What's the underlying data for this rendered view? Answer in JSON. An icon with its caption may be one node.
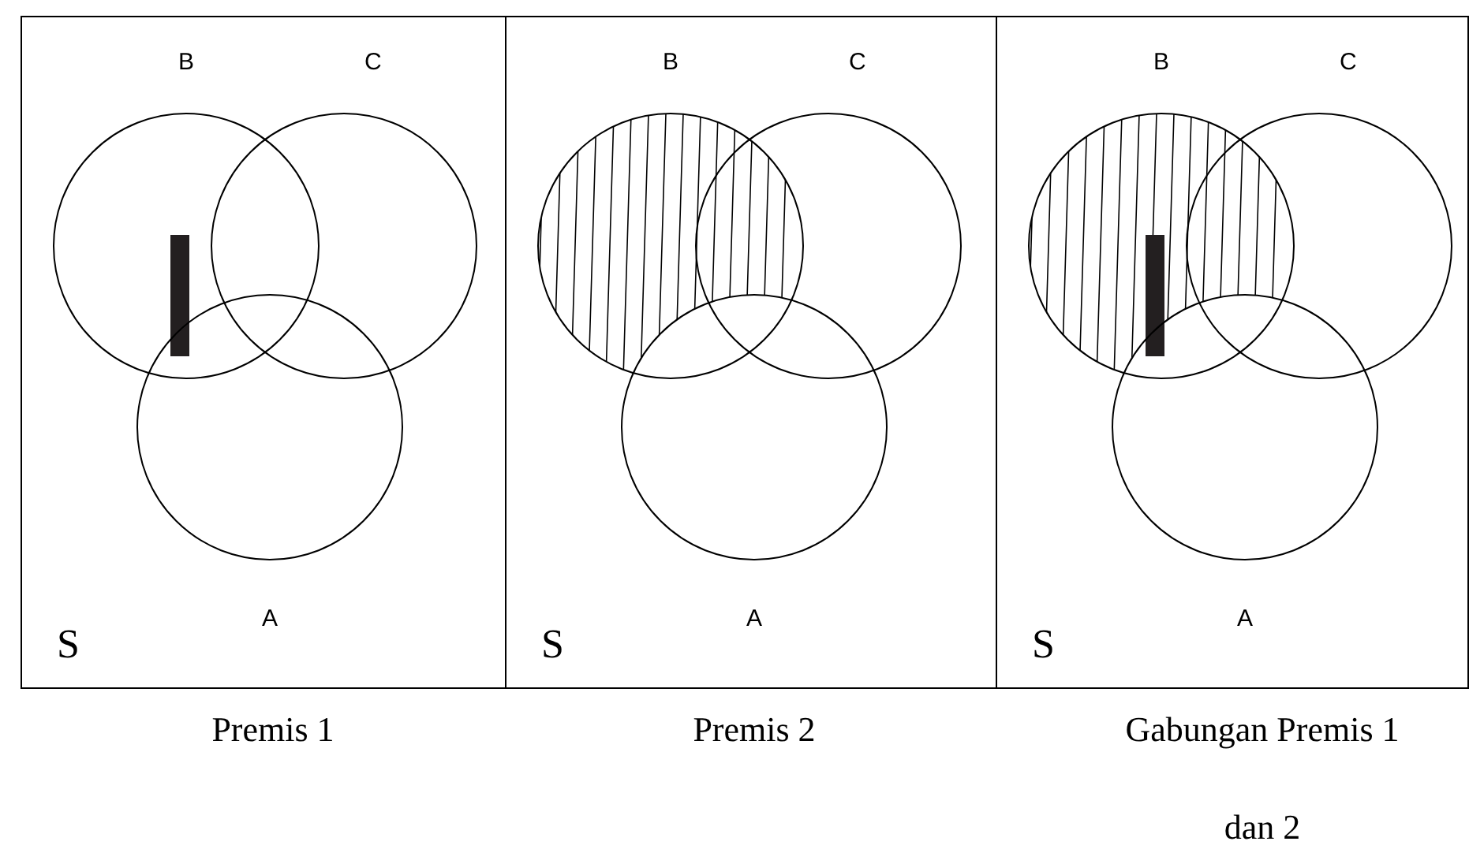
{
  "diagram": {
    "nodes": [
      {
        "text": [
          "S"
        ],
        "beside": [
          "Premis 1"
        ]
      },
      {
        "text": [
          "B"
        ],
        "in": 0
      },
      {
        "text": [
          "C"
        ],
        "in": 0
      },
      {
        "text": [
          "A"
        ],
        "in": 0
      },
      {
        "text": [
          "S"
        ],
        "beside": [
          "Premis 2"
        ]
      },
      {
        "text": [
          "B"
        ],
        "in": 4
      },
      {
        "text": [
          "C"
        ],
        "in": 4
      },
      {
        "text": [
          "A"
        ],
        "in": 4
      },
      {
        "text": [
          "S"
        ],
        "beside": [
          "Gabungan Premis 1 dan 2"
        ]
      },
      {
        "text": [
          "B"
        ],
        "in": 8
      },
      {
        "text": [
          "C"
        ],
        "in": 8
      },
      {
        "text": [
          "A"
        ],
        "in": 8
      }
    ]
  }
}
